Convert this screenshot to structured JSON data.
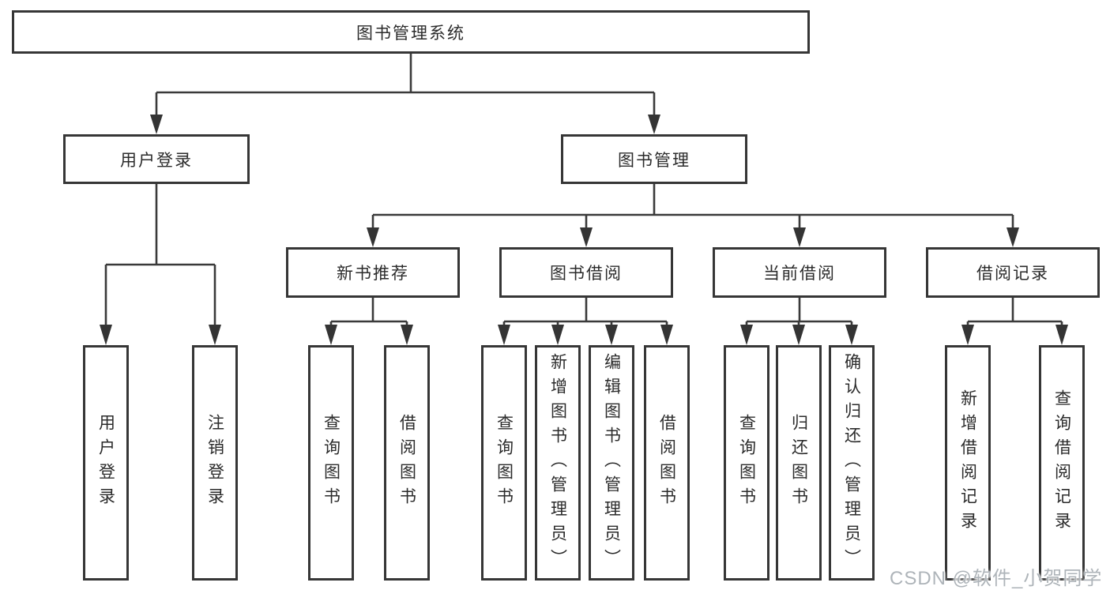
{
  "diagram": {
    "root": {
      "label": "图书管理系统"
    },
    "branches": [
      {
        "label": "用户登录",
        "children": [
          {
            "label": "用户登录"
          },
          {
            "label": "注销登录"
          }
        ]
      },
      {
        "label": "图书管理",
        "children": [
          {
            "label": "新书推荐",
            "children": [
              {
                "label": "查询图书"
              },
              {
                "label": "借阅图书"
              }
            ]
          },
          {
            "label": "图书借阅",
            "children": [
              {
                "label": "查询图书"
              },
              {
                "label": "新增图书（管理员）"
              },
              {
                "label": "编辑图书（管理员）"
              },
              {
                "label": "借阅图书"
              }
            ]
          },
          {
            "label": "当前借阅",
            "children": [
              {
                "label": "查询图书"
              },
              {
                "label": "归还图书"
              },
              {
                "label": "确认归还（管理员）"
              }
            ]
          },
          {
            "label": "借阅记录",
            "children": [
              {
                "label": "新增借阅记录"
              },
              {
                "label": "查询借阅记录"
              }
            ]
          }
        ]
      }
    ]
  },
  "watermark": {
    "text": "CSDN @软件_小贺同学"
  },
  "colors": {
    "line": "#3a3a3a",
    "box_border": "#363636",
    "text": "#2b2b2b",
    "watermark": "#aeb4b9",
    "background": "#ffffff"
  }
}
